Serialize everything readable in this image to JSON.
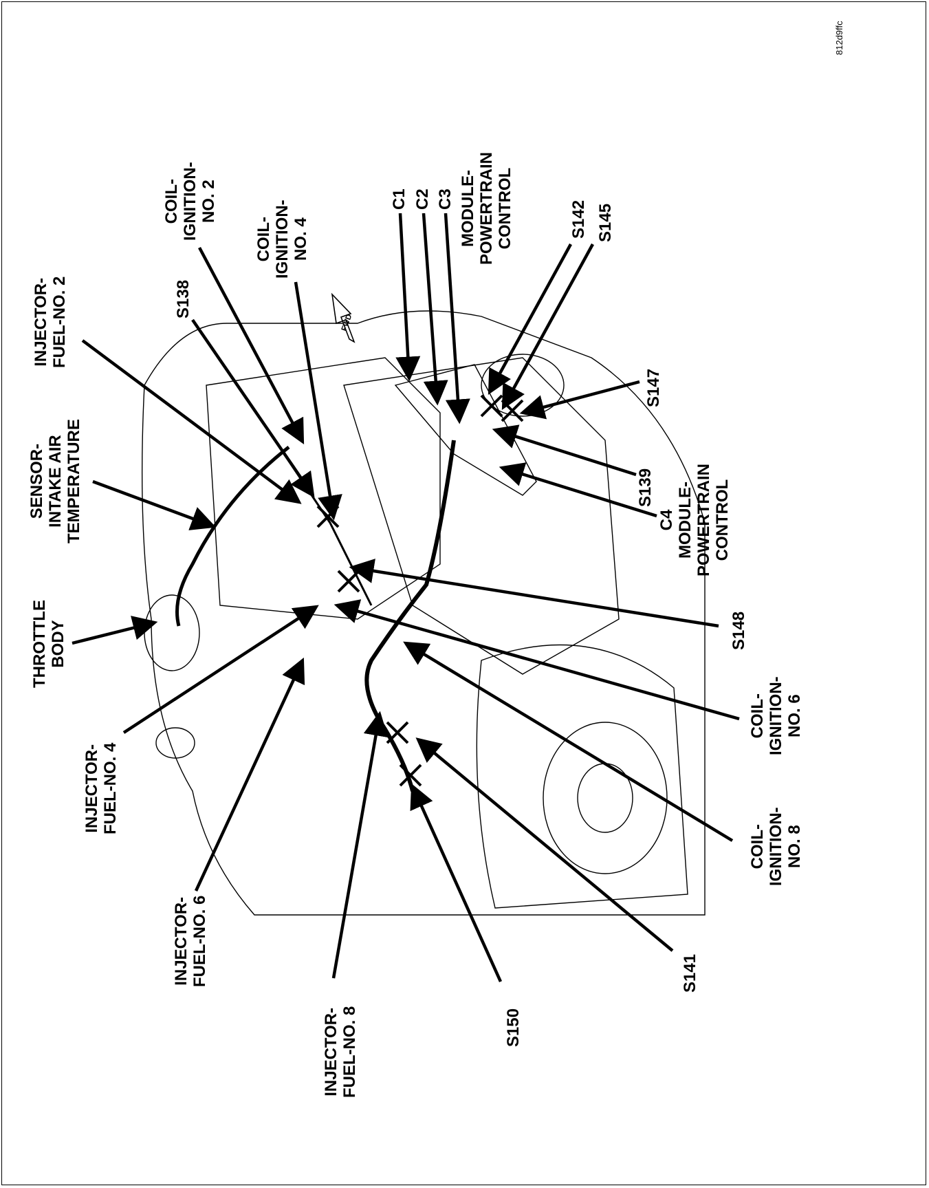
{
  "image_code": "812d9ffc",
  "arrow_text": "FWD",
  "labels": {
    "throttle_body": "THROTTLE\nBODY",
    "sensor_iat": "SENSOR-\nINTAKE AIR\nTEMPERATURE",
    "injector_2": "INJECTOR-\nFUEL-NO. 2",
    "s138": "S138",
    "coil_2": "COIL-\nIGNITION-\nNO. 2",
    "coil_4": "COIL-\nIGNITION-\nNO. 4",
    "c1": "C1",
    "c2": "C2",
    "c3": "C3",
    "pcm_top": "MODULE-\nPOWERTRAIN\nCONTROL",
    "s142": "S142",
    "s145": "S145",
    "s147": "S147",
    "s139": "S139",
    "c4_pcm": "C4\nMODULE-\nPOWERTRAIN\nCONTROL",
    "s148": "S148",
    "coil_6": "COIL-\nIGNITION-\nNO. 6",
    "coil_8": "COIL-\nIGNITION-\nNO. 8",
    "s141": "S141",
    "s150": "S150",
    "injector_8": "INJECTOR-\nFUEL-NO. 8",
    "injector_6": "INJECTOR-\nFUEL-NO. 6",
    "injector_4": "INJECTOR-\nFUEL-NO. 4"
  }
}
